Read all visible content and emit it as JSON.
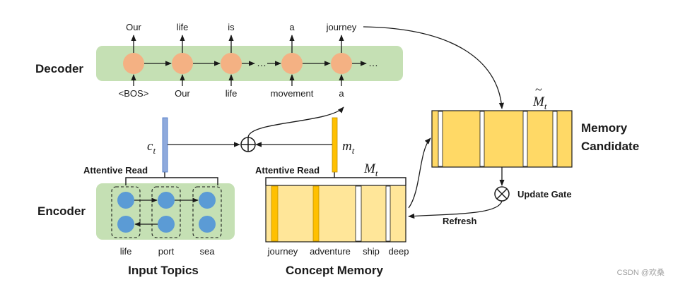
{
  "decoder": {
    "title": "Decoder",
    "outputs": [
      "Our",
      "life",
      "is",
      "a",
      "journey"
    ],
    "inputs": [
      "<BOS>",
      "Our",
      "life",
      "movement",
      "a"
    ],
    "ellipsis": "…"
  },
  "encoder": {
    "title": "Encoder",
    "topics": [
      "life",
      "port",
      "sea"
    ],
    "caption": "Input Topics",
    "read_label": "Attentive Read",
    "vector_label": "c",
    "vector_sub": "t"
  },
  "memory": {
    "read_label": "Attentive Read",
    "vector_label": "m",
    "vector_sub": "t",
    "matrix_label": "M",
    "matrix_sub": "t",
    "concepts": [
      "journey",
      "adventure",
      "ship",
      "deep"
    ],
    "caption": "Concept Memory"
  },
  "candidate": {
    "label_line1": "Memory",
    "label_line2": "Candidate",
    "matrix_label": "M",
    "matrix_sub": "t",
    "tilde": "~"
  },
  "gate": {
    "label": "Update Gate",
    "refresh_label": "Refresh"
  },
  "watermark": "CSDN @欢桑",
  "colors": {
    "panel_green": "#c5e0b4",
    "node_orange": "#f4b183",
    "node_blue": "#5b9bd5",
    "memory_light": "#ffe699",
    "memory_dark": "#ffd966",
    "slot_orange": "#ffc000",
    "enc_vector": "#8faadc",
    "arrow": "#1a1a1a"
  }
}
